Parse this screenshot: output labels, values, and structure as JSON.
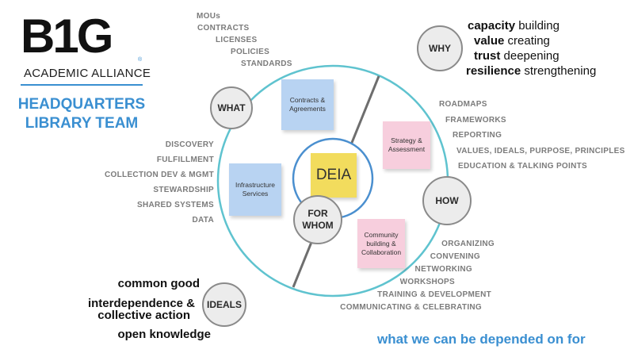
{
  "logo": {
    "mark": "B1G",
    "name": "ACADEMIC ALLIANCE",
    "registered": "®"
  },
  "team": {
    "line1": "HEADQUARTERS",
    "line2": "LIBRARY TEAM"
  },
  "center": {
    "label": "DEIA",
    "note_color": "#f2dc5d"
  },
  "circles": {
    "what": "WHAT",
    "why": "WHY",
    "how": "HOW",
    "for_whom_line1": "FOR",
    "for_whom_line2": "WHOM",
    "ideals": "IDEALS"
  },
  "notes": {
    "contracts": "Contracts & Agreements",
    "infrastructure": "Infrastructure Services",
    "strategy": "Strategy & Assessment",
    "community": "Community building & Collaboration",
    "blue_color": "#b8d3f2",
    "pink_color": "#f7cedd"
  },
  "what_list": [
    "MOUs",
    "CONTRACTS",
    "LICENSES",
    "POLICIES",
    "STANDARDS"
  ],
  "services_list": [
    "DISCOVERY",
    "FULFILLMENT",
    "COLLECTION DEV & MGMT",
    "STEWARDSHIP",
    "SHARED SYSTEMS",
    "DATA"
  ],
  "strategy_list": [
    "ROADMAPS",
    "FRAMEWORKS",
    "REPORTING",
    "VALUES, IDEALS, PURPOSE, PRINCIPLES",
    "EDUCATION & TALKING POINTS"
  ],
  "how_list": [
    "ORGANIZING",
    "CONVENING",
    "NETWORKING",
    "WORKSHOPS",
    "TRAINING & DEVELOPMENT",
    "COMMUNICATING & CELEBRATING"
  ],
  "why_list": [
    {
      "bold": "capacity",
      "rest": "building"
    },
    {
      "bold": "value",
      "rest": "creating"
    },
    {
      "bold": "trust",
      "rest": "deepening"
    },
    {
      "bold": "resilience",
      "rest": "strengthening"
    }
  ],
  "ideals_list": [
    "common good",
    "interdependence &",
    "collective action",
    "open knowledge"
  ],
  "tagline": "what we can be depended on for",
  "colors": {
    "accent": "#3a8fd1",
    "ring": "#5fc3cf",
    "inner_ring": "#4a8fcf"
  }
}
